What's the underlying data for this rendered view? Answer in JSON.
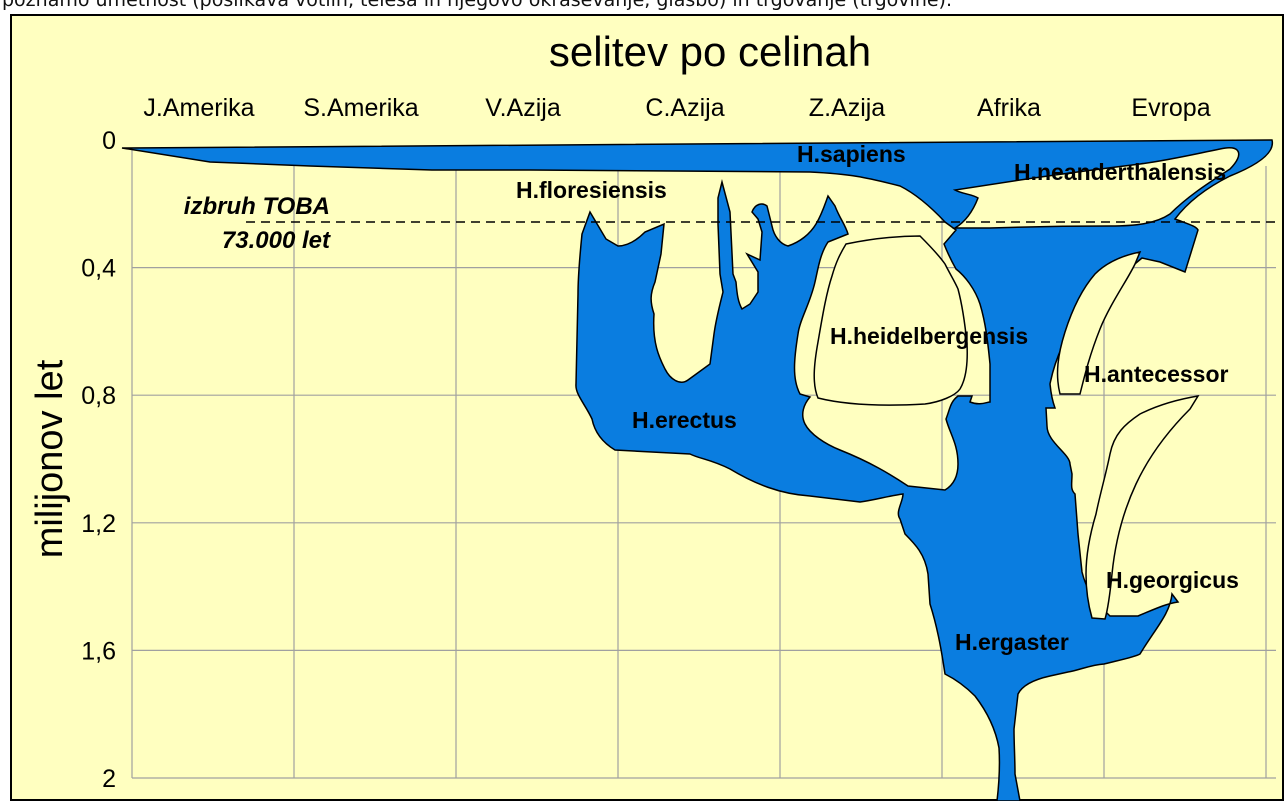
{
  "caption": "poznamo umetnost (poslikava votlin, telesa in njegovo okraševanje, glasbo) in trgovanje (trgovine).",
  "chart_data": {
    "type": "diagram",
    "title": "selitev po celinah",
    "ylabel": "milijonov let",
    "ylim": [
      0,
      2
    ],
    "y_ticks": [
      "0",
      "0,4",
      "0,8",
      "1,2",
      "1,6",
      "2"
    ],
    "grid": true,
    "continents": [
      "J.Amerika",
      "S.Amerika",
      "V.Azija",
      "C.Azija",
      "Z.Azija",
      "Afrika",
      "Evropa"
    ],
    "event": {
      "line1": "izbruh TOBA",
      "line2": "73.000 let"
    },
    "species": [
      {
        "id": "sapiens",
        "label": "H.sapiens"
      },
      {
        "id": "neanderthalensis",
        "label": "H.neanderthalensis"
      },
      {
        "id": "floresiensis",
        "label": "H.floresiensis"
      },
      {
        "id": "heidelbergensis",
        "label": "H.heidelbergensis"
      },
      {
        "id": "antecessor",
        "label": "H.antecessor"
      },
      {
        "id": "erectus",
        "label": "H.erectus"
      },
      {
        "id": "georgicus",
        "label": "H.georgicus"
      },
      {
        "id": "ergaster",
        "label": "H.ergaster"
      }
    ],
    "colors": {
      "background": "#ffffc0",
      "fill": "#0a7de0",
      "grid": "#a0a0a0",
      "text": "#000000"
    }
  }
}
